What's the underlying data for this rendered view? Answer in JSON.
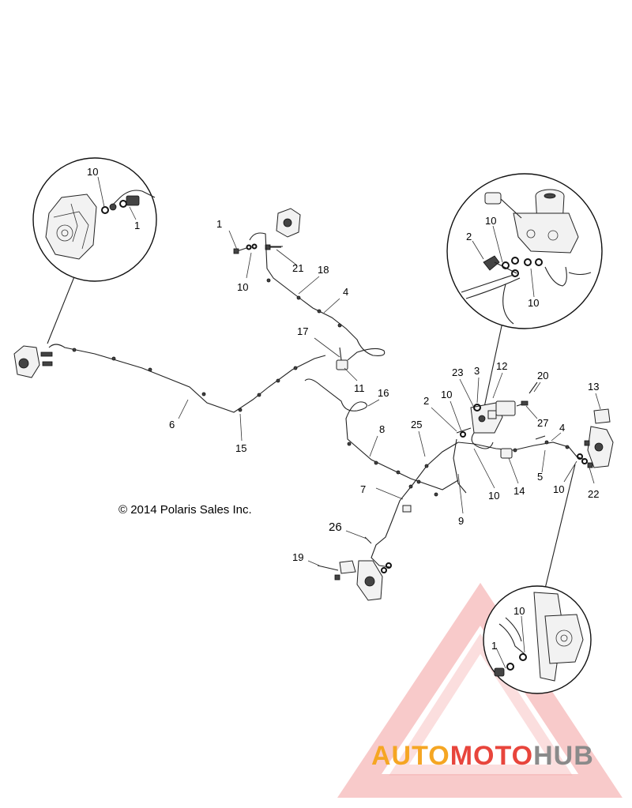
{
  "copyright": "© 2014 Polaris Sales Inc.",
  "watermark": {
    "part1": "AUTO",
    "part2": "MOTO",
    "part3": "HUB",
    "color_orange": "#f5a623",
    "color_red": "#e8453c",
    "color_gray": "#8a8a8a"
  },
  "labels": {
    "l1_top": "1",
    "l21": "21",
    "l18": "18",
    "l4_top": "4",
    "l10_top": "10",
    "l17": "17",
    "l11": "11",
    "l16": "16",
    "l6": "6",
    "l15": "15",
    "l8": "8",
    "l7": "7",
    "l25": "25",
    "l2": "2",
    "l10_mid": "10",
    "l23": "23",
    "l3": "3",
    "l12": "12",
    "l20": "20",
    "l27": "27",
    "l4_right": "4",
    "l13": "13",
    "l5": "5",
    "l10_right": "10",
    "l22": "22",
    "l14": "14",
    "l10_low": "10",
    "l9": "9",
    "l26": "26",
    "l19": "19",
    "c1_l10": "10",
    "c1_l1": "1",
    "c2_l2": "2",
    "c2_l10a": "10",
    "c2_l10b": "10",
    "c3_l10": "10",
    "c3_l1": "1"
  }
}
